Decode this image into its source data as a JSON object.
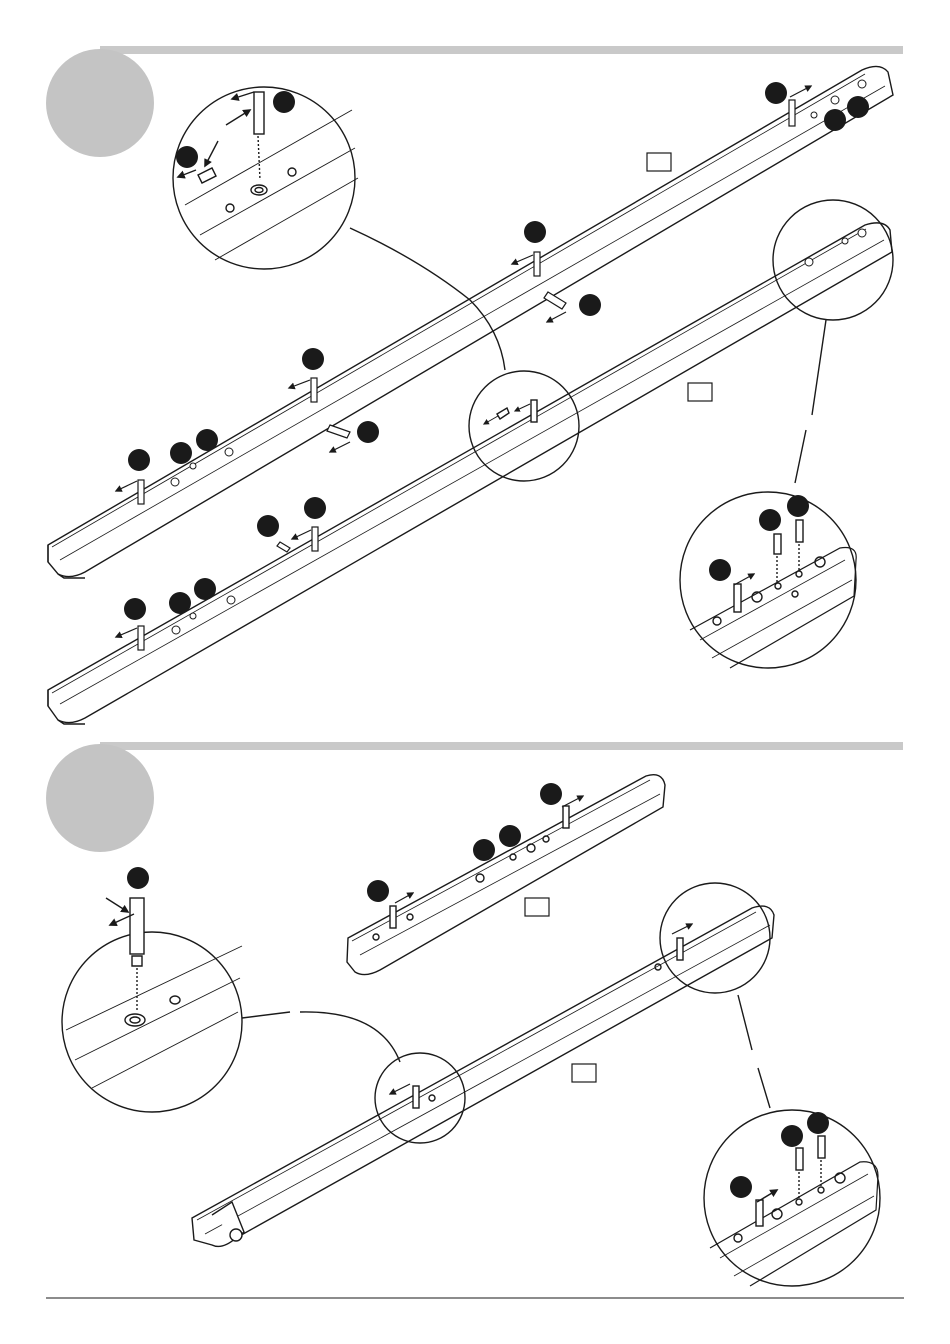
{
  "page": {
    "title": "",
    "colors": {
      "line": "#1a1a1a",
      "step_disc": "#c4c4c4",
      "header_bar": "#c9c9c9",
      "badge": "#1a1a1a",
      "paper": "#ffffff"
    }
  },
  "steps": [
    {
      "number": "",
      "parts": [
        "beam-long",
        "beam-long"
      ],
      "magnifiers": 3,
      "icons": [
        "cam-bolt-icon",
        "cam-lock-icon",
        "wooden-dowel-icon",
        "arrow-icon"
      ]
    },
    {
      "number": "",
      "parts": [
        "beam-short",
        "beam-long-with-hinge-end"
      ],
      "magnifiers": 3,
      "icons": [
        "cam-bolt-icon",
        "wooden-dowel-icon",
        "arrow-icon"
      ]
    }
  ]
}
